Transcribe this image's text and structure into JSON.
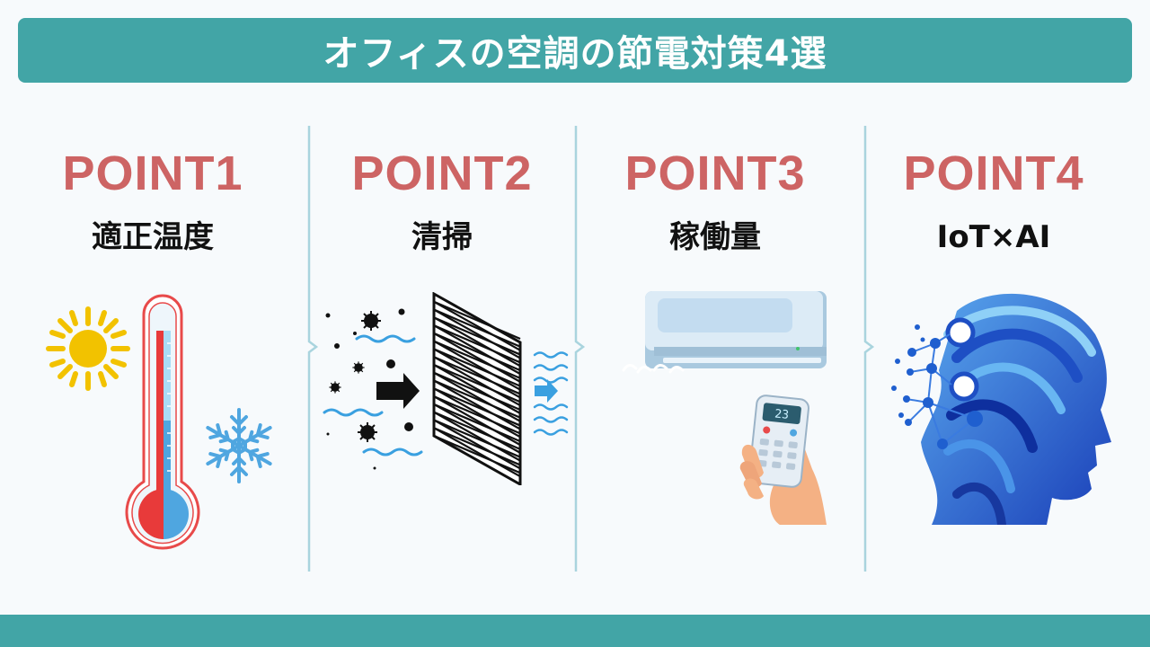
{
  "header": {
    "title": "オフィスの空調の節電対策4選"
  },
  "points": [
    {
      "label": "POINT1",
      "subtitle": "適正温度"
    },
    {
      "label": "POINT2",
      "subtitle": "清掃"
    },
    {
      "label": "POINT3",
      "subtitle": "稼働量"
    },
    {
      "label": "POINT4",
      "subtitle": "IoT×AI"
    }
  ],
  "remote_display": "23",
  "colors": {
    "accent": "#42a5a6",
    "point_label": "#cd6464",
    "divider": "#a9d4de",
    "ai_blue": "#1f5fcf"
  }
}
